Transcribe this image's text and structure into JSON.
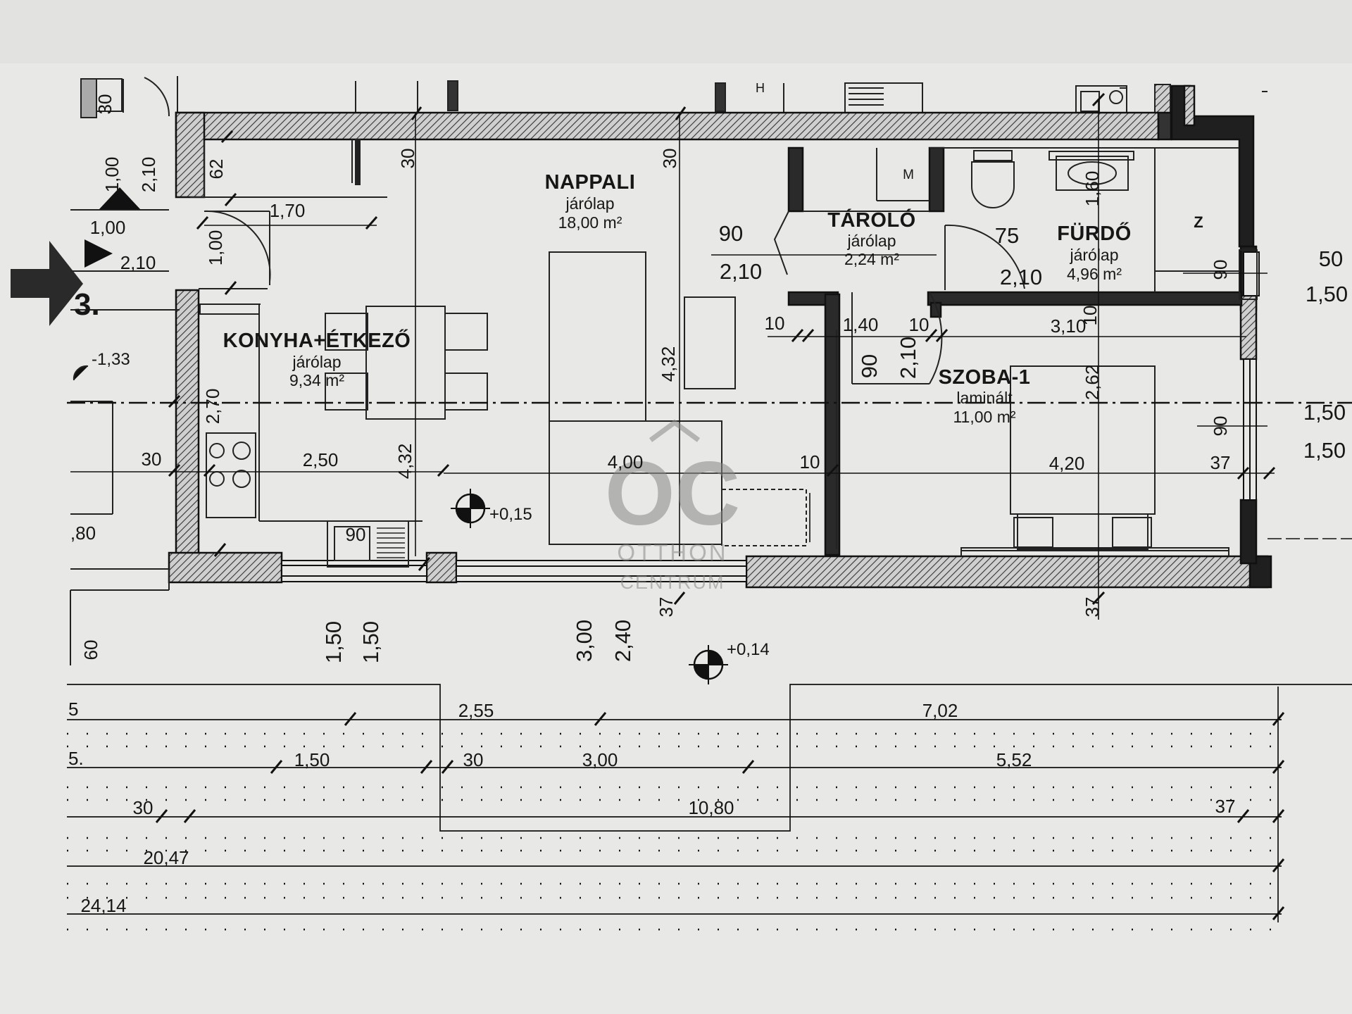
{
  "rooms": {
    "nappali": {
      "name": "NAPPALI",
      "floor": "járólap",
      "area": "18,00 m²"
    },
    "konyha": {
      "name": "KONYHA+ÉTKEZŐ",
      "floor": "járólap",
      "area": "9,34 m²"
    },
    "tarolo": {
      "name": "TÁROLÓ",
      "floor": "járólap",
      "area": "2,24 m²"
    },
    "furdo": {
      "name": "FÜRDŐ",
      "floor": "járólap",
      "area": "4,96 m²"
    },
    "szoba": {
      "name": "SZOBA-1",
      "floor": "laminált",
      "area": "11,00 m²"
    }
  },
  "fixture_labels": {
    "m": "M",
    "z": "Z",
    "h": "H",
    "unit_number": "3."
  },
  "elevations": {
    "kitchen_left": "-1,33",
    "living": "+0,15",
    "outside": "+0,14"
  },
  "watermark": {
    "logo": "OC",
    "line1": "OTTHON",
    "line2": "CENTRUM"
  },
  "dims": {
    "top_30_a": "30",
    "top_30_b": "30",
    "top_30_c": "30",
    "top_62": "62",
    "left_100": "1,00",
    "left_210": "2,10",
    "left_100_b": "1,00",
    "left_210_b": "2,10",
    "k_170": "1,70",
    "k_100": "1,00",
    "k_270": "2,70",
    "k_30": "30",
    "k_250": "2,50",
    "k_432": "4,32",
    "k_90": "90",
    "k_80": ",80",
    "k_60": "60",
    "n_432": "4,32",
    "n_400": "4,00",
    "n_10": "10",
    "n_37": "37",
    "door_90": "90",
    "door_210": "2,10",
    "door_75": "75",
    "door_210_b": "2,10",
    "t_10": "10",
    "t_140": "1,40",
    "t_10_b": "10",
    "t_90": "90",
    "t_210": "2,10",
    "s_310": "3,10",
    "s_10": "10",
    "s_262": "2,62",
    "s_420": "4,20",
    "s_37": "37",
    "s_90": "90",
    "f_160": "1,60",
    "f_90": "90",
    "s_37_b": "37",
    "r_50": "50",
    "r_150": "1,50",
    "r_150_b": "1,50",
    "r_150_c": "1,50",
    "w_150_a": "1,50",
    "w_150_b": "1,50",
    "w_300": "3,00",
    "w_240": "2,40",
    "c1_5": "5",
    "c1_255": "2,55",
    "c1_702": "7,02",
    "c2_5": "5.",
    "c2_150": "1,50",
    "c2_30": "30",
    "c2_300": "3,00",
    "c2_552": "5,52",
    "c3_30": "30",
    "c3_1080": "10,80",
    "c3_37": "37",
    "c4_2047": "20,47",
    "c5_2414": "24,14"
  }
}
